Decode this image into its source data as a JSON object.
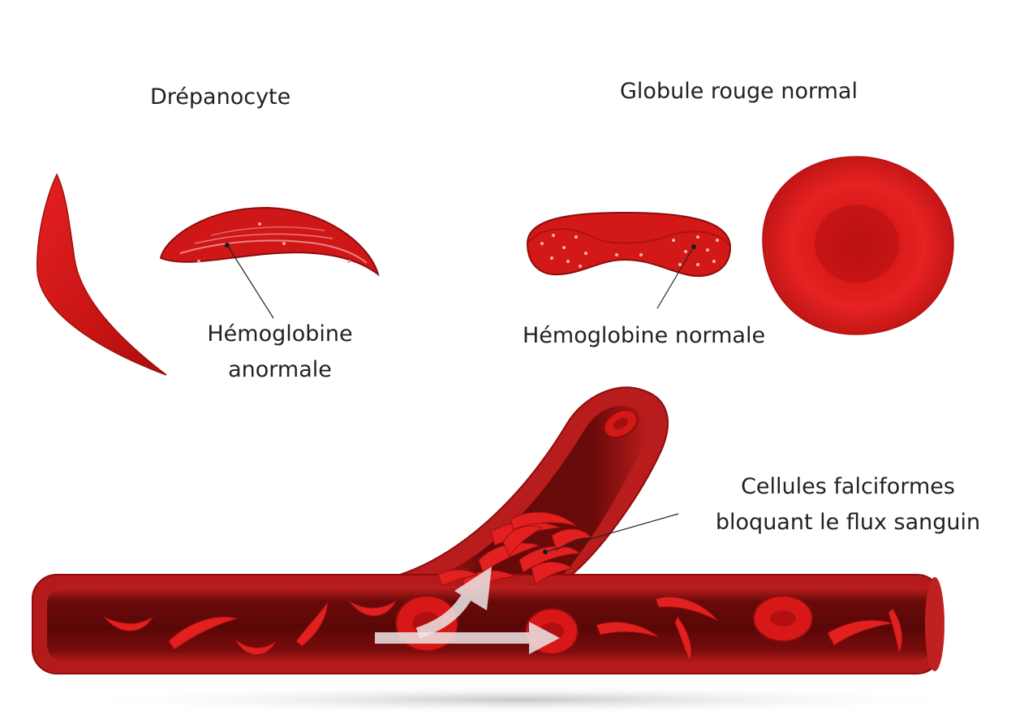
{
  "labels": {
    "sickle_cell_title": "Drépanocyte",
    "normal_cell_title": "Globule rouge normal",
    "abnormal_hemoglobin_line1": "Hémoglobine",
    "abnormal_hemoglobin_line2": "anormale",
    "normal_hemoglobin": "Hémoglobine normale",
    "blocking_line1": "Cellules falciformes",
    "blocking_line2": "bloquant le flux sanguin"
  },
  "colors": {
    "cell_red": "#d41414",
    "cell_dark": "#8e0c0c",
    "vessel_wall": "#b51a1a",
    "vessel_inner": "#5a0808",
    "arrow": "#e9e3e3",
    "text": "#222222"
  }
}
